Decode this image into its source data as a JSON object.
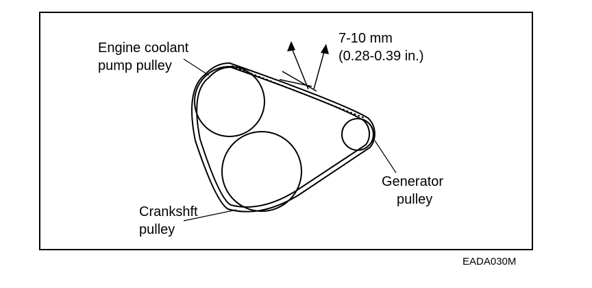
{
  "labels": {
    "coolant_pump_line1": "Engine coolant",
    "coolant_pump_line2": "pump pulley",
    "measure_line1": "7-10 mm",
    "measure_line2": "(0.28-0.39 in.)",
    "generator_line1": "Generator",
    "generator_line2": "pulley",
    "crankshaft_line1": "Crankshft",
    "crankshaft_line2": "pulley"
  },
  "figure_code": "EADA030M",
  "colors": {
    "ink": "#000000",
    "paper": "#ffffff"
  }
}
